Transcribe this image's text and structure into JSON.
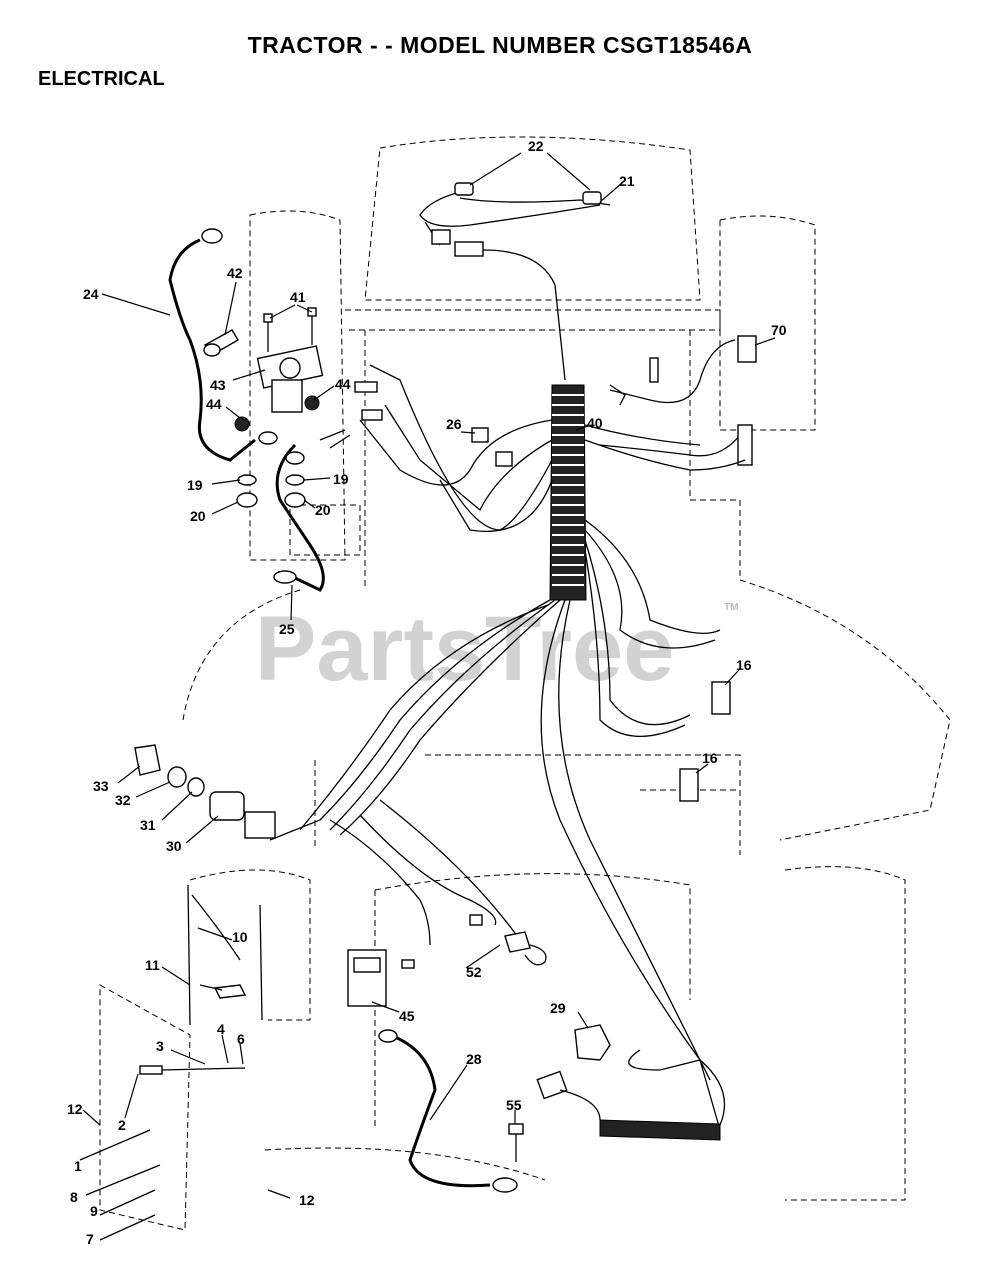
{
  "header": {
    "title": "TRACTOR - - MODEL NUMBER CSGT18546A",
    "section": "ELECTRICAL"
  },
  "watermark": {
    "text": "PartsTree",
    "tm": "TM"
  },
  "callouts": {
    "c1": "1",
    "c2": "2",
    "c3": "3",
    "c4": "4",
    "c6": "6",
    "c7": "7",
    "c8": "8",
    "c9": "9",
    "c10": "10",
    "c11": "11",
    "c12a": "12",
    "c12b": "12",
    "c16a": "16",
    "c16b": "16",
    "c19a": "19",
    "c19b": "19",
    "c20a": "20",
    "c20b": "20",
    "c21": "21",
    "c22": "22",
    "c24": "24",
    "c25": "25",
    "c26": "26",
    "c28": "28",
    "c29": "29",
    "c30": "30",
    "c31": "31",
    "c32": "32",
    "c33": "33",
    "c40": "40",
    "c41": "41",
    "c42": "42",
    "c43": "43",
    "c44a": "44",
    "c44b": "44",
    "c45": "45",
    "c52": "52",
    "c55": "55",
    "c70": "70"
  }
}
